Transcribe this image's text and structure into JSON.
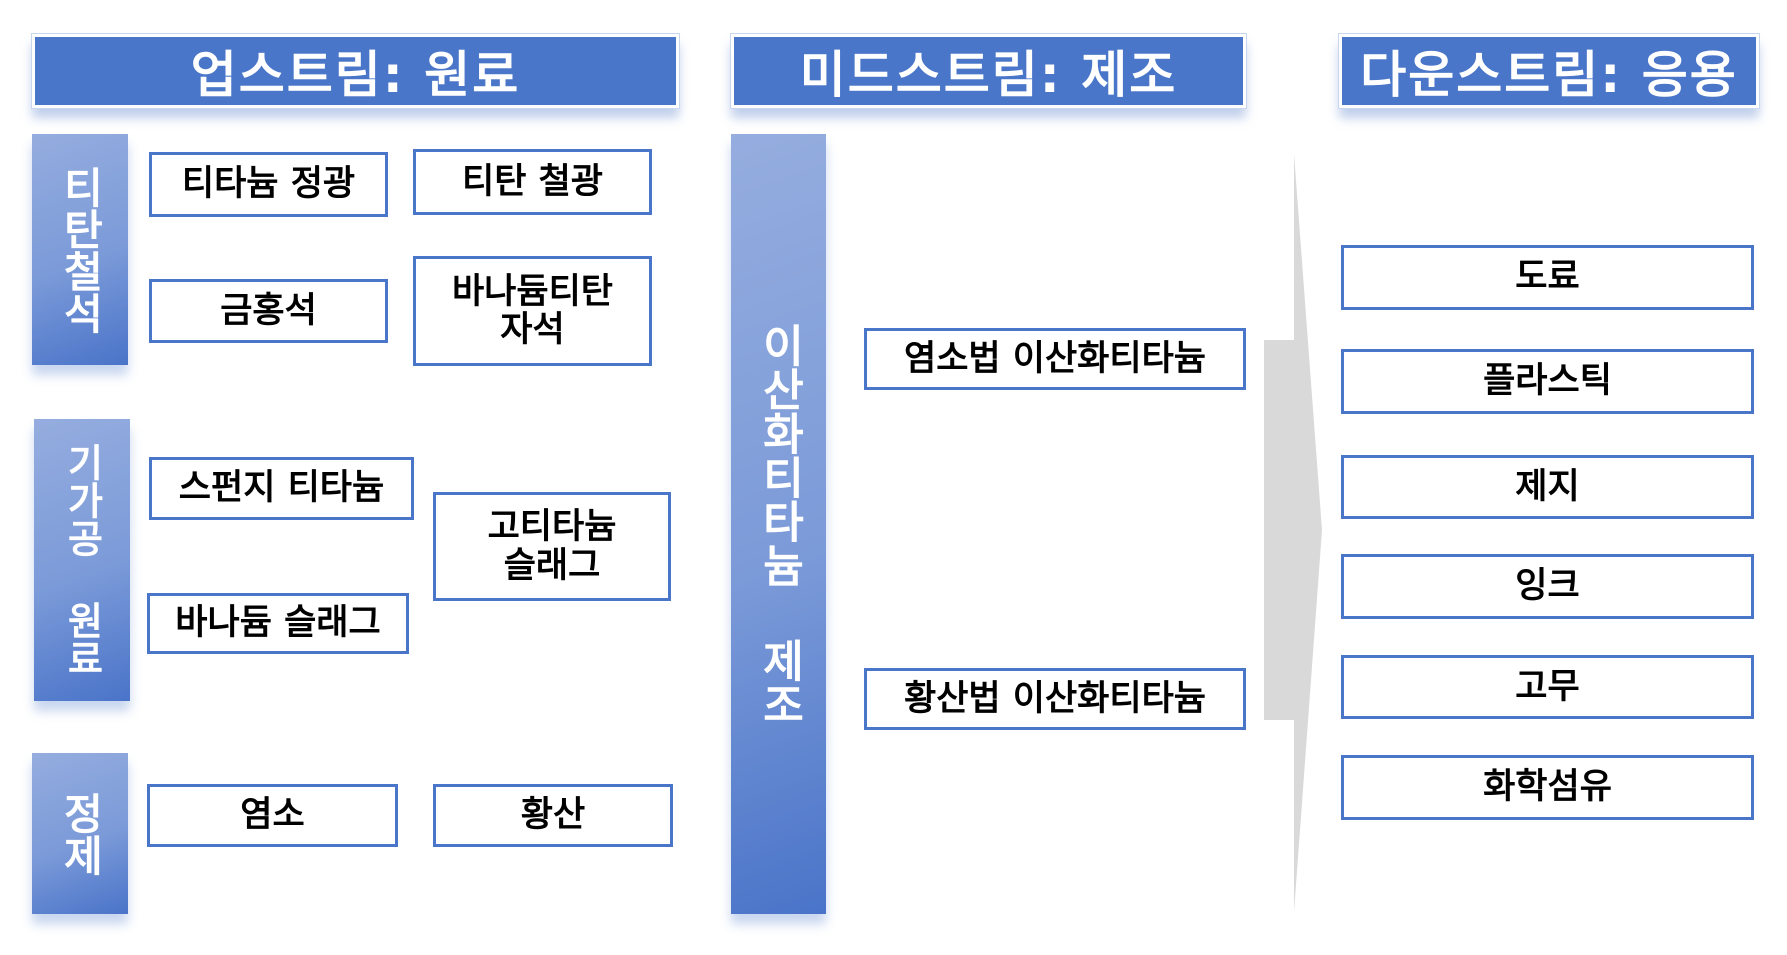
{
  "headers": {
    "upstream": "업스트림: 원료",
    "midstream": "미드스트림: 제조",
    "downstream": "다운스트림: 응용"
  },
  "upstream": {
    "groups": [
      {
        "label": "티탄철석",
        "items": [
          "티타늄 정광",
          "티탄 철광",
          "금홍석",
          "바나듐티탄\n자석"
        ]
      },
      {
        "label": "기가공 원료",
        "items": [
          "스펀지 티타늄",
          "고티타늄\n슬래그",
          "바나듐 슬래그"
        ]
      },
      {
        "label": "정제",
        "items": [
          "염소",
          "황산"
        ]
      }
    ]
  },
  "midstream": {
    "label": "이산화티타늄 제조",
    "items": [
      "염소법 이산화티타늄",
      "황산법 이산화티타늄"
    ]
  },
  "downstream": {
    "items": [
      "도료",
      "플라스틱",
      "제지",
      "잉크",
      "고무",
      "화학섬유"
    ]
  },
  "colors": {
    "accent": "#4a76c9",
    "arrow": "#d9d9d9"
  }
}
